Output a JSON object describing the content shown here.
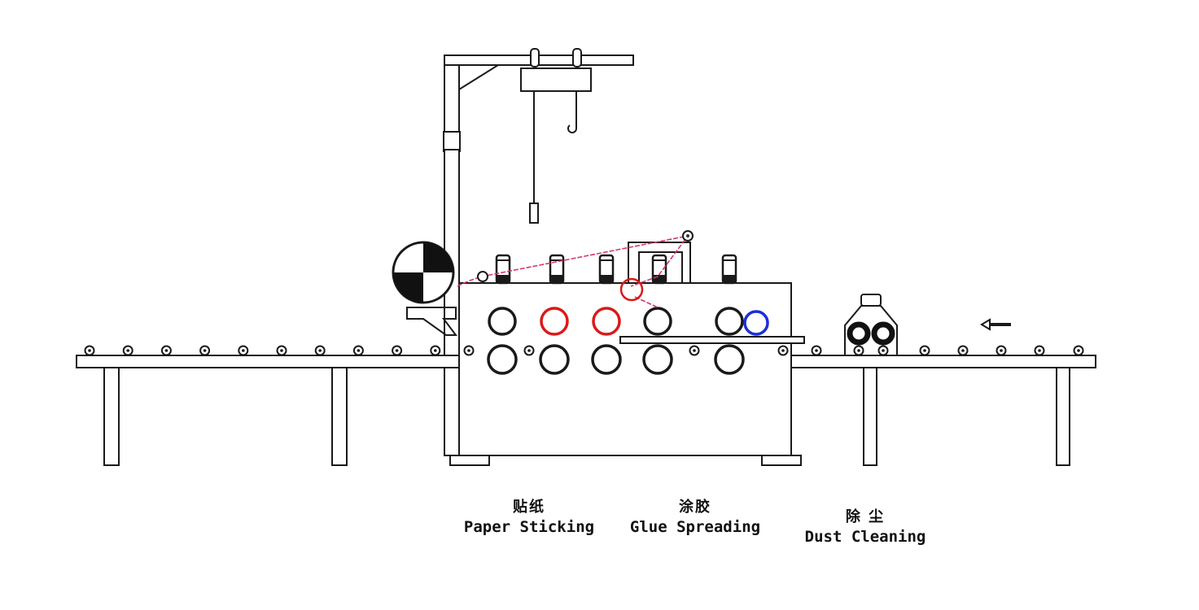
{
  "diagram": {
    "title": "Paper sticking / glue spreading / dust cleaning line",
    "colors": {
      "line": "#1a1a1a",
      "glue_roller": "#d91a1a",
      "paper_path": "#d9386a",
      "cooling_roller": "#1a2fd9"
    },
    "flow_direction": "right-to-left",
    "stations": [
      {
        "id": "paper",
        "zh": "贴纸",
        "en": "Paper Sticking"
      },
      {
        "id": "glue",
        "zh": "涂胶",
        "en": "Glue Spreading"
      },
      {
        "id": "dust",
        "zh": "除 尘",
        "en": "Dust Cleaning"
      }
    ],
    "left_conveyor_rollers": 10,
    "right_conveyor_rollers": 8,
    "top_roller_count": 5,
    "bottom_roller_count": 5
  }
}
